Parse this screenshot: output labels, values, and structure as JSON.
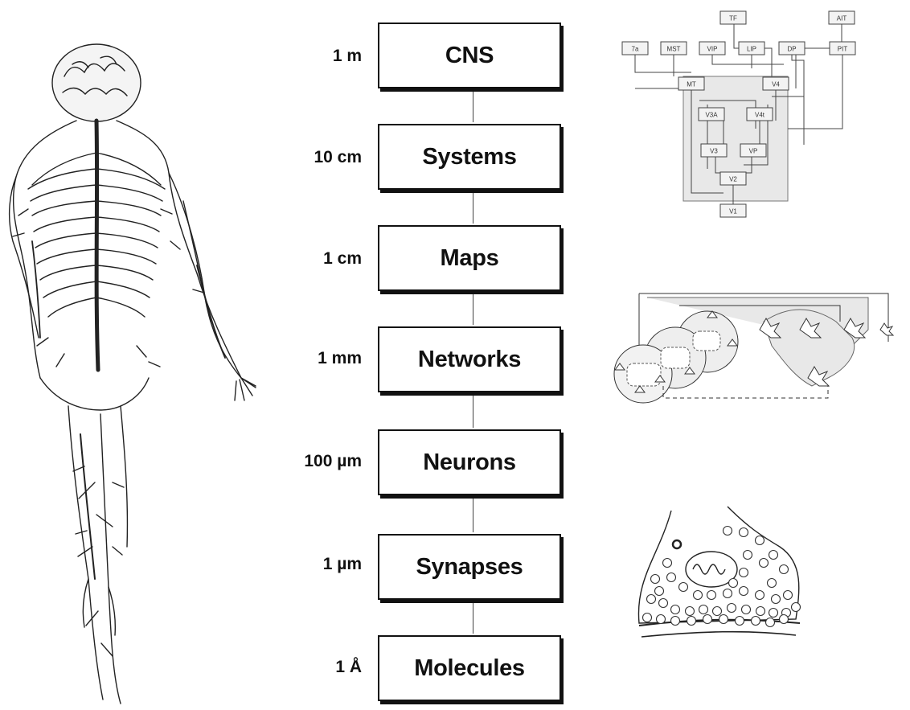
{
  "levels": [
    {
      "label": "CNS",
      "scale": "1 m"
    },
    {
      "label": "Systems",
      "scale": "10 cm"
    },
    {
      "label": "Maps",
      "scale": "1 cm"
    },
    {
      "label": "Networks",
      "scale": "1 mm"
    },
    {
      "label": "Neurons",
      "scale": "100 µm"
    },
    {
      "label": "Synapses",
      "scale": "1 µm"
    },
    {
      "label": "Molecules",
      "scale": "1 Å"
    }
  ],
  "visual_areas": [
    "TF",
    "AIT",
    "7a",
    "MST",
    "VIP",
    "LIP",
    "DP",
    "PIT",
    "MT",
    "V4",
    "V3A",
    "V4t",
    "V3",
    "VP",
    "V2",
    "V1"
  ],
  "colors": {
    "ink": "#111111",
    "shade": "#e6e6e6"
  }
}
